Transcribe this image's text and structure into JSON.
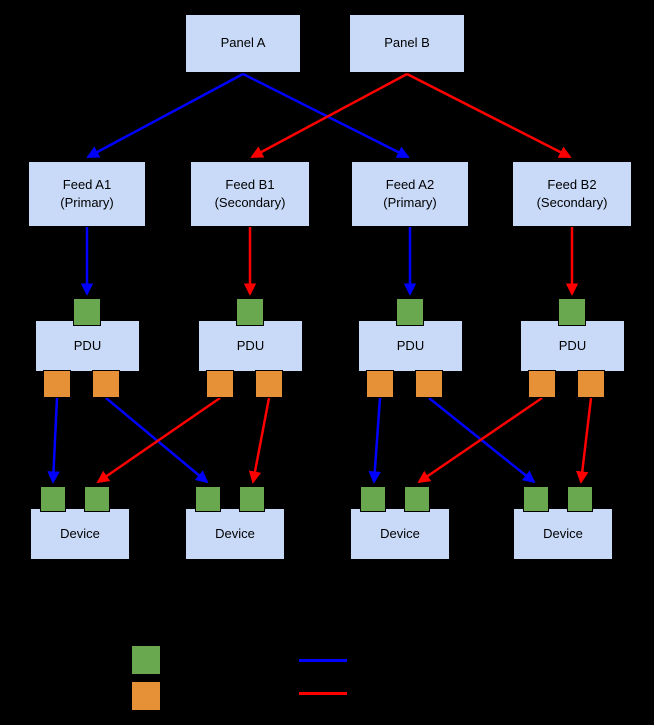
{
  "diagram": {
    "panels": [
      {
        "label": "Panel A"
      },
      {
        "label": "Panel B"
      }
    ],
    "feeds": [
      {
        "name": "Feed A1",
        "role": "(Primary)"
      },
      {
        "name": "Feed B1",
        "role": "(Secondary)"
      },
      {
        "name": "Feed A2",
        "role": "(Primary)"
      },
      {
        "name": "Feed B2",
        "role": "(Secondary)"
      }
    ],
    "pdus": [
      {
        "label": "PDU"
      },
      {
        "label": "PDU"
      },
      {
        "label": "PDU"
      },
      {
        "label": "PDU"
      }
    ],
    "devices": [
      {
        "label": "Device"
      },
      {
        "label": "Device"
      },
      {
        "label": "Device"
      },
      {
        "label": "Device"
      }
    ],
    "colors": {
      "background": "#000000",
      "box_fill": "#c9daf8",
      "box_border": "#000000",
      "box_text": "#000000",
      "input_port": "#6aa84f",
      "output_port": "#e69138",
      "port_border": "#000000",
      "primary_arrow": "#0000ff",
      "secondary_arrow": "#ff0000"
    },
    "legend": {
      "items": [
        {
          "kind": "swatch",
          "color": "#6aa84f"
        },
        {
          "kind": "swatch",
          "color": "#e69138"
        },
        {
          "kind": "line",
          "color": "#0000ff"
        },
        {
          "kind": "line",
          "color": "#ff0000"
        }
      ]
    }
  }
}
